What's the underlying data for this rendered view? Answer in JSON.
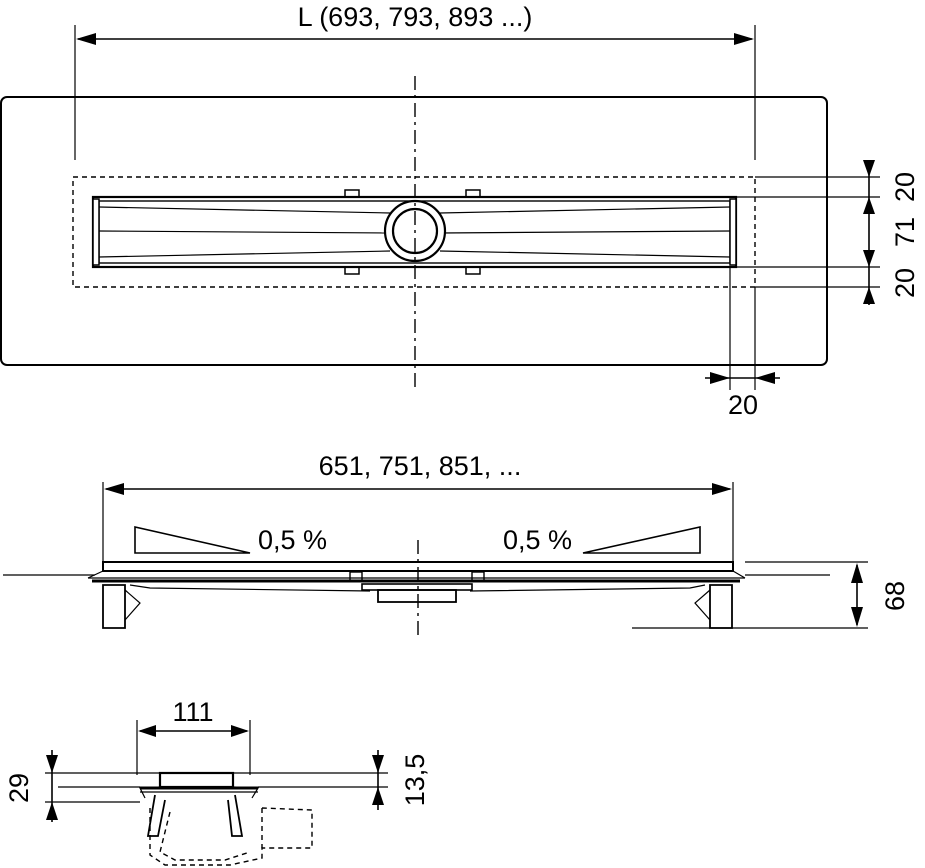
{
  "top_view": {
    "length_label": "L (693, 793, 893 ...)",
    "dim_right_top": "20",
    "dim_right_middle": "71",
    "dim_right_bottom": "20",
    "dim_bottom_right": "20"
  },
  "side_view": {
    "length_label": "651, 751, 851, ...",
    "slope_left": "0,5 %",
    "slope_right": "0,5 %",
    "height_label": "68"
  },
  "section_view": {
    "width_label": "111",
    "height_left": "29",
    "height_right": "13,5"
  }
}
